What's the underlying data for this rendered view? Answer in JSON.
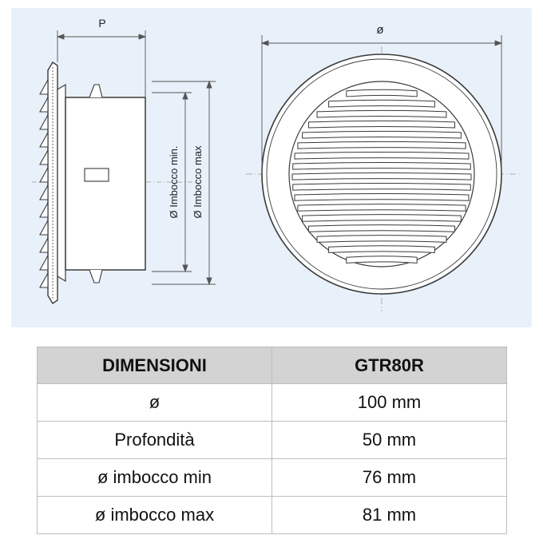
{
  "drawing": {
    "label_p": "P",
    "label_diameter": "ø",
    "label_imbocco_min": "Ø Imbocco min.",
    "label_imbocco_max": "Ø Imbocco max",
    "colors": {
      "panel": "#e8f1f9",
      "line": "#3a3a3a",
      "dim_line": "#555555"
    }
  },
  "table": {
    "header": {
      "label": "DIMENSIONI",
      "model": "GTR80R"
    },
    "rows": [
      {
        "label": "ø",
        "value": "100 mm"
      },
      {
        "label": "Profondità",
        "value": "50 mm"
      },
      {
        "label": "ø imbocco min",
        "value": "76 mm"
      },
      {
        "label": "ø imbocco max",
        "value": "81 mm"
      }
    ],
    "colors": {
      "header_bg": "#d3d3d3",
      "border": "#bdbdbd"
    }
  }
}
